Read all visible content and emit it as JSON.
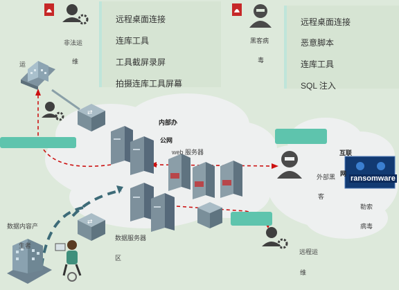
{
  "left_panel": {
    "items": [
      "远程桌面连接",
      "连库工具",
      "工具截屏录屏",
      "拍摄连库工具屏幕"
    ]
  },
  "right_panel": {
    "items": [
      "远程桌面连接",
      "恶意脚本",
      "连库工具",
      "SQL 注入"
    ]
  },
  "labels": {
    "illegal_ops_1": "非法运",
    "illegal_ops_2": "维",
    "hacker_1": "黑客病",
    "hacker_2": "毒",
    "ops_short": "运",
    "internal_office_1": "内部办",
    "internal_office_2": "公网",
    "web_servers": "web 服务器",
    "internet_1": "互联",
    "internet_2": "网",
    "external_hacker_1": "外部黑",
    "external_hacker_2": "客",
    "ransom_1": "勒索",
    "ransom_2": "病毒",
    "data_producer_1": "数据内容产",
    "data_producer_2": "生者",
    "db_servers_1": "数据服务器",
    "db_servers_2": "区",
    "remote_ops_1": "远程运",
    "remote_ops_2": "维",
    "ransomware_logo": "ransomware"
  },
  "colors": {
    "background": "#dde9db",
    "cloud": "#eef0f0",
    "attack_line": "#cc1111",
    "normal_line": "#3d6b78",
    "teal_box": "#5ec4ad"
  }
}
